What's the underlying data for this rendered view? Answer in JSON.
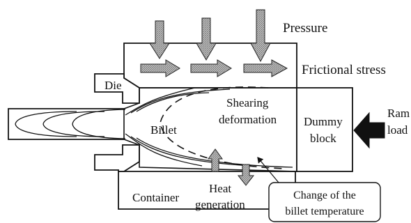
{
  "labels": {
    "pressure": "Pressure",
    "frictional_stress": "Frictional stress",
    "die": "Die",
    "billet": "Billet",
    "shearing_line1": "Shearing",
    "shearing_line2": "deformation",
    "dummy_line1": "Dummy",
    "dummy_line2": "block",
    "ram_line1": "Ram",
    "ram_line2": "load",
    "container": "Container",
    "heat_line1": "Heat",
    "heat_line2": "generation",
    "change_line1": "Change of the",
    "change_line2": "billet temperature"
  },
  "colors": {
    "line": "#111111",
    "arrow_fill": "#9a9a9a",
    "ram_arrow": "#111111",
    "background": "#ffffff"
  }
}
